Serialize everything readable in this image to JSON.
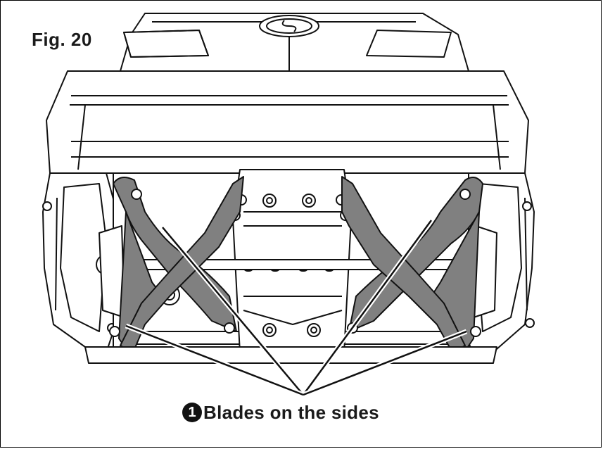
{
  "figure": {
    "label": "Fig. 20"
  },
  "callout": {
    "number": "1",
    "text": "Blades on the sides"
  },
  "colors": {
    "line": "#111111",
    "blade_fill": "#808080",
    "housing_fill": "#ffffff"
  }
}
